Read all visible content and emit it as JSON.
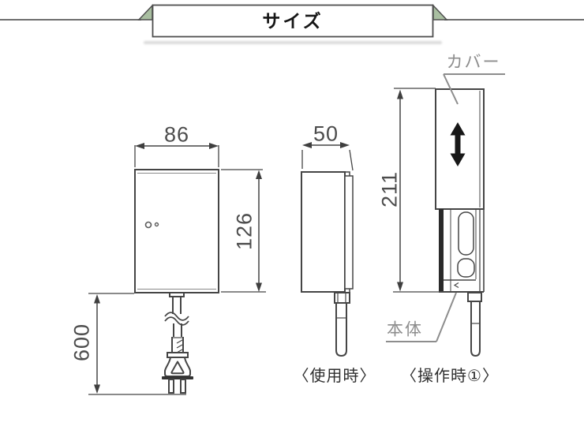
{
  "header": {
    "title": "サイズ"
  },
  "views": {
    "front": {
      "width": "86",
      "height": "126",
      "cord_length": "600"
    },
    "side": {
      "depth": "50",
      "caption": "〈使用時〉"
    },
    "operation": {
      "height": "211",
      "cover_label": "カバー",
      "body_label": "本体",
      "caption": "〈操作時①〉"
    }
  },
  "icons": {
    "cover_slide_arrow": "up-down-arrow-icon",
    "ribbon_folds": "banner-fold-triangles"
  },
  "colors": {
    "background": "#ffffff",
    "ribbon_green": "#a9bfa1",
    "drawing_line": "#454545",
    "dimension_text": "#4c4c4c",
    "label_gray": "#8d8d8d",
    "arrow_black": "#181818"
  }
}
